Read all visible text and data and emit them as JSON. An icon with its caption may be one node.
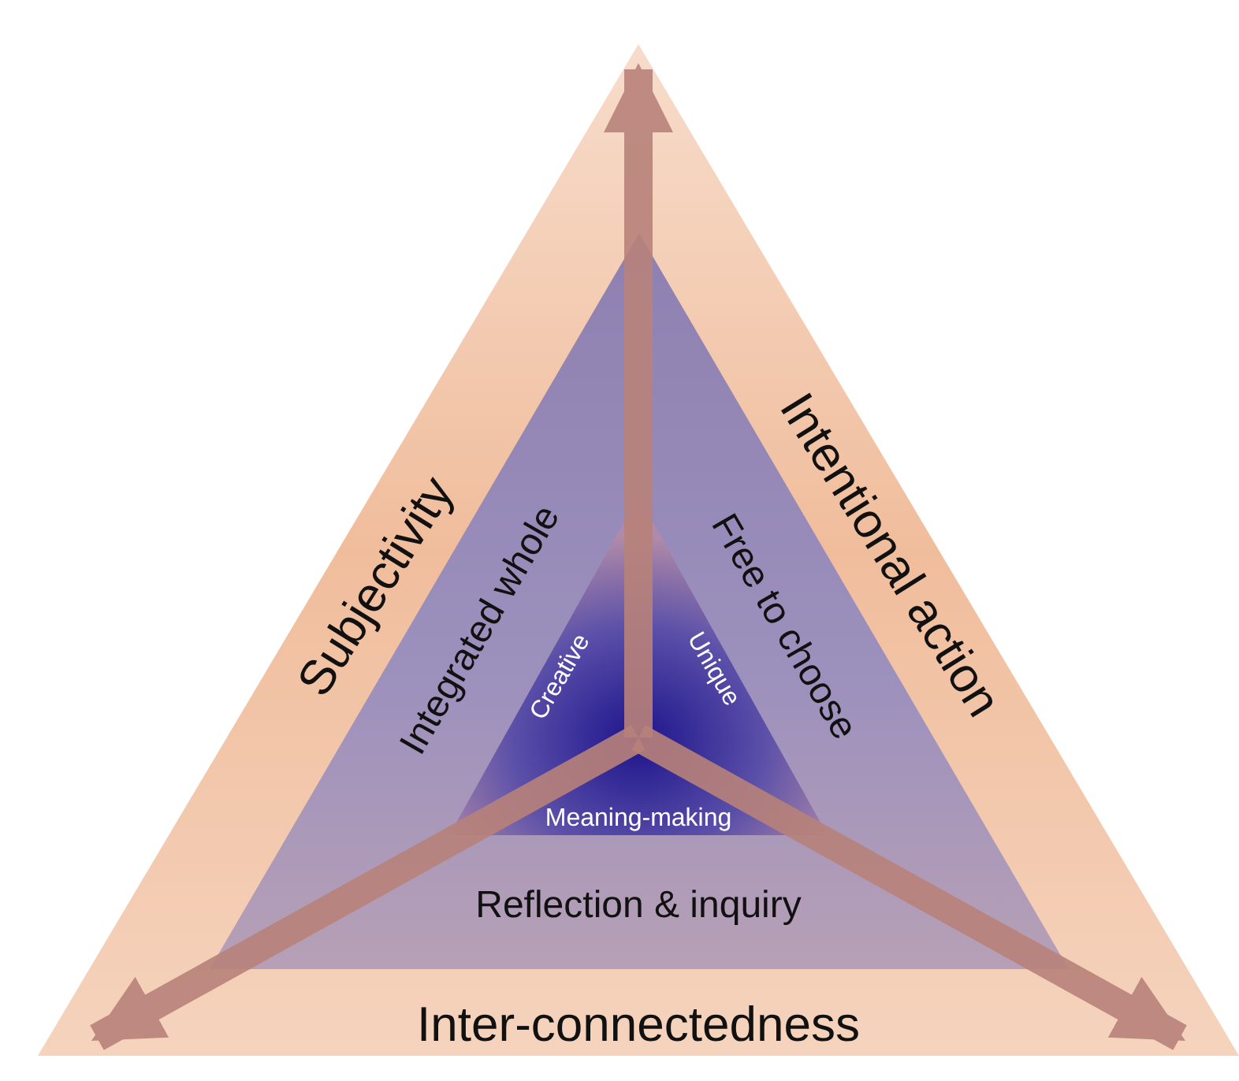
{
  "diagram": {
    "nodes": [
      {
        "text": [
          "Subjectivity",
          "Intentional action",
          "Inter-connectedness"
        ]
      },
      {
        "text": [
          "Integrated whole",
          "Free to choose",
          "Reflection & inquiry"
        ],
        "in": 0
      },
      {
        "text": [
          "Creative",
          "Unique",
          "Meaning-making"
        ],
        "in": 1
      }
    ]
  }
}
